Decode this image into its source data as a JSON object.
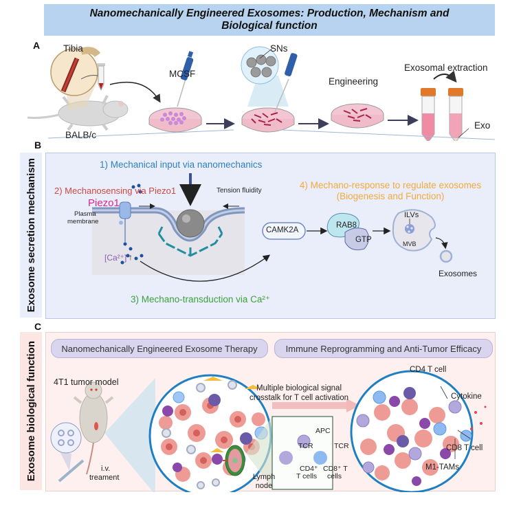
{
  "title": "Nanomechanically Engineered Exosomes: Production, Mechanism and Biological function",
  "colors": {
    "banner": "#b8d3ef",
    "mechanism_panel": "#eaeefb",
    "function_panel": "#fdf0ee",
    "step1": "#2e7fc4",
    "step2": "#d0473f",
    "piezo": "#e2238f",
    "step3": "#3aa13a",
    "step4": "#f3a93b",
    "calcium": "#8e5bb2"
  },
  "panel_a": {
    "label": "A",
    "tibia": "Tibia",
    "mouse": "BALB/c",
    "mcsf": "MCSF",
    "sns": "SNs",
    "engineering": "Engineering",
    "extraction": "Exosomal extraction",
    "exo": "Exo"
  },
  "panel_b": {
    "label": "B",
    "side_title": "Exosome secretion mechanism",
    "step1": "1) Mechanical input via nanomechanics",
    "step2": "2) Mechanosensing via Piezo1",
    "piezo": "Piezo1",
    "plasma1": "Plasma",
    "plasma2": "membrane",
    "tension": "Tension fluidity",
    "calcium": "[Ca²⁺]",
    "calcium_arrow": "↑",
    "step3": "3) Mechano-transduction via Ca²⁺",
    "step4_line1": "4) Mechano-response to regulate exosomes",
    "step4_line2": "(Biogenesis and Function)",
    "camk2a": "CAMK2A",
    "rab8": "RAB8",
    "gtp": "GTP",
    "ilvs": "ILVs",
    "mvb": "MVB",
    "exosomes": "Exosomes"
  },
  "panel_c": {
    "label": "C",
    "side_title": "Exosome biological function",
    "pill_left": "Nanomechanically Engineered Exosome Therapy",
    "pill_right": "Immune Reprogramming and  Anti-Tumor Efficacy",
    "tumor_model": "4T1 tumor model",
    "iv1": "i.v.",
    "iv2": "treament",
    "signal1": "Multiple biological signal",
    "signal2": "crosstalk for T cell activation",
    "lymph1": "Lymph",
    "lymph2": "node",
    "apc": "APC",
    "tcr_left": "TCR",
    "tcr_right": "TCR",
    "cd4_1": "CD4⁺",
    "cd4_2": "T cells",
    "cd8_1": "CD8⁺ T",
    "cd8_2": "cells",
    "cd4_tcell": "CD4 T cell",
    "cytokine": "Cytokine",
    "cd8_tcell": "CD8 T cell",
    "m1_tams": "M1-TAMs"
  }
}
